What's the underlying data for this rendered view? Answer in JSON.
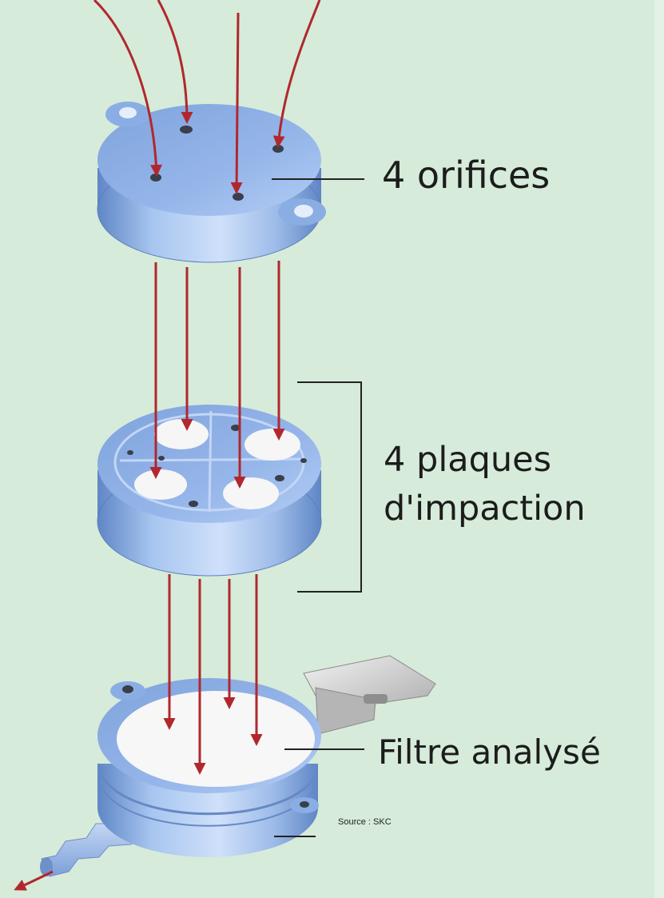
{
  "labels": {
    "orifices": "4 orifices",
    "plaques_line1": "4 plaques",
    "plaques_line2": "d'impaction",
    "filtre": "Filtre analysé"
  },
  "source_note": "Source : SKC",
  "colors": {
    "background": "#d6ebd9",
    "component_blue": "#8fb3e6",
    "arrow_red": "#b0282e",
    "leader_line": "#222222",
    "filter_white": "#f7f7f7"
  }
}
